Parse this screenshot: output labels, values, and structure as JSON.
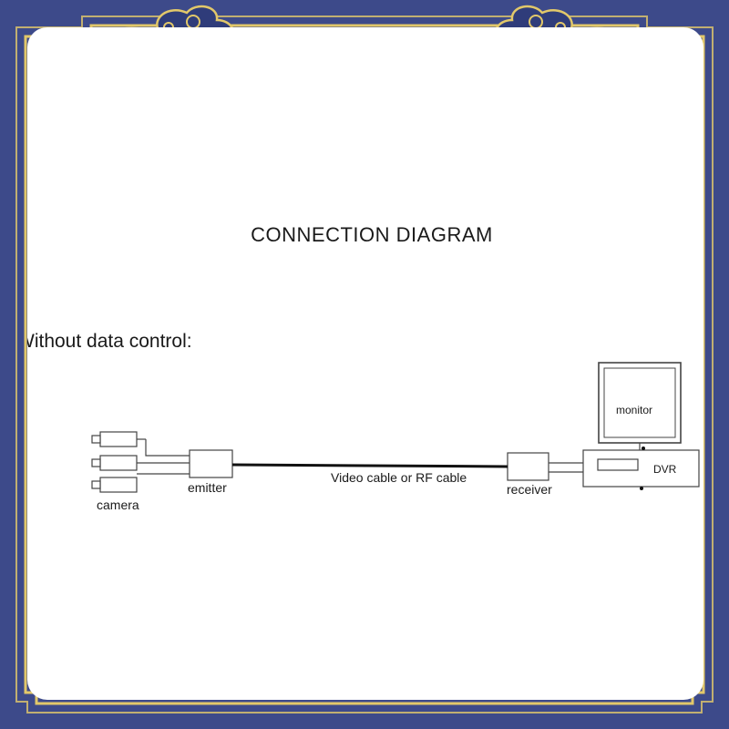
{
  "diagram": {
    "title": "CONNECTION DIAGRAM",
    "subtitle": "Without data control:",
    "labels": {
      "camera": "camera",
      "emitter": "emitter",
      "cable": "Video cable or RF cable",
      "receiver": "receiver",
      "monitor": "monitor",
      "dvr": "DVR"
    }
  },
  "colors": {
    "frame_blue": "#3d4a8a",
    "frame_gold": "#e2c86a",
    "panel": "#ffffff",
    "ink": "#1a1a1a"
  }
}
